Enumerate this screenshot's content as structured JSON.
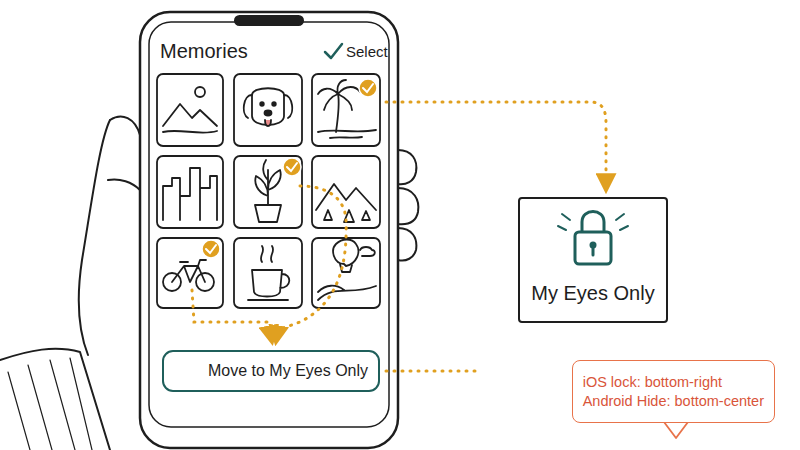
{
  "diagram": {
    "nodes": [
      {
        "text": [
          "Move to My Eyes Only"
        ]
      },
      {
        "text": [
          "My Eyes Only"
        ]
      },
      {
        "text": [
          "iOS lock: bottom-right",
          "Android Hide: bottom-center"
        ]
      }
    ],
    "labels": [
      "Memories",
      "Select"
    ]
  }
}
